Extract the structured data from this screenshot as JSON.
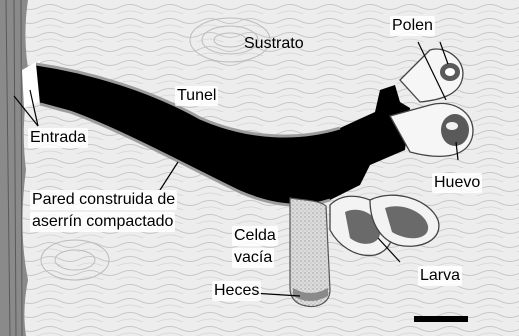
{
  "labels": {
    "sustrato": "Sustrato",
    "polen": "Polen",
    "tunel": "Tunel",
    "entrada": "Entrada",
    "huevo": "Huevo",
    "pared_line1": "Pared construida de",
    "pared_line2": "aserrín compactado",
    "celda_line1": "Celda",
    "celda_line2": "vacía",
    "heces": "Heces",
    "larva": "Larva"
  },
  "colors": {
    "wood_bg": "#ededed",
    "wood_grain": "#c4c4c4",
    "tunnel": "#000000",
    "cell_fill": "#d9d9d9",
    "pollen": "#5a5a5a",
    "larva": "#6a6a6a"
  }
}
